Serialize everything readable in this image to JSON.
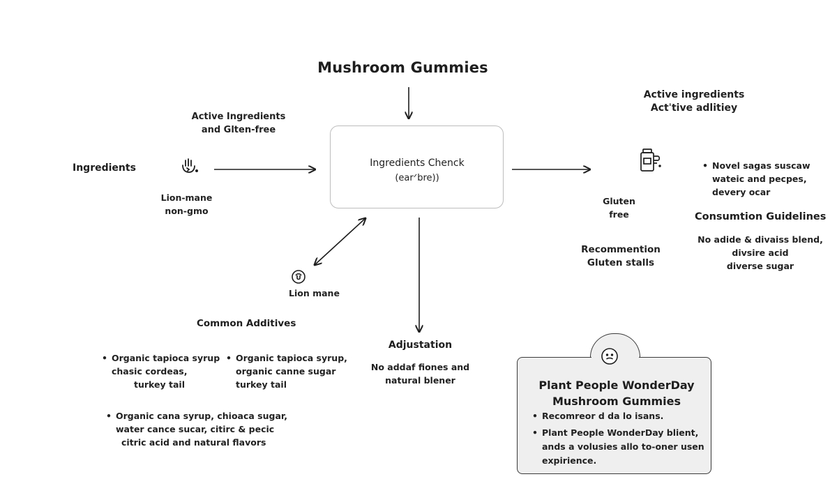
{
  "title": "Mushroom Gummies",
  "center_box": {
    "title": "Ingredients Chenck",
    "subtitle": "(earᐟbre))"
  },
  "left": {
    "ingredients_label": "Ingredients",
    "active_label": [
      "Active Ingredients",
      "and Glten-free"
    ],
    "icon_caption": [
      "Lion-mane",
      "non-gmo"
    ]
  },
  "lion_mane": {
    "label": "Lion mane"
  },
  "common_additives": {
    "heading": "Common Additives",
    "list1": [
      "Organic tapioca syrup",
      "chasic cordeas,",
      "turkey tail"
    ],
    "list2": [
      "Organic tapioca syrup,",
      "organic canne sugar",
      "turkey tail"
    ],
    "list3": [
      "Organic cana syrup, chioaca sugar,",
      "water cance sucar, citirc & pecic",
      "citric acid and natural flavors"
    ]
  },
  "adjustation": {
    "heading": "Adjustation",
    "text": [
      "No addaf fiones and",
      "natural blener"
    ]
  },
  "right": {
    "active_heading": [
      "Active ingredients",
      "Actˈtive adlitiey"
    ],
    "gluten": [
      "Gluten",
      "free"
    ],
    "novel_list": [
      "Novel sagas suscaw",
      "wateic and pecpes,",
      "devery ocar"
    ],
    "consumption_heading": "Consumtion Guidelines",
    "consumption_text": [
      "No adide & divaiss blend,",
      "divsire acid",
      "diverse sugar"
    ],
    "recommendation": [
      "Recommention",
      "Gluten stalls"
    ]
  },
  "product": {
    "title": [
      "Plant People WonderDay",
      "Mushroom Gummies"
    ],
    "bullets": [
      [
        "Recomreor d da lo isans."
      ],
      [
        "Plant People WonderDay blient,",
        "ands a volusies allo to-oner usen",
        "expirience."
      ]
    ]
  },
  "colors": {
    "line": "#1e1e1e",
    "box_border": "#bdbdbd",
    "panel_fill": "#efefef"
  },
  "icons": [
    "hand-gesture-icon",
    "mushroom-icon",
    "jar-icon",
    "face-icon"
  ]
}
